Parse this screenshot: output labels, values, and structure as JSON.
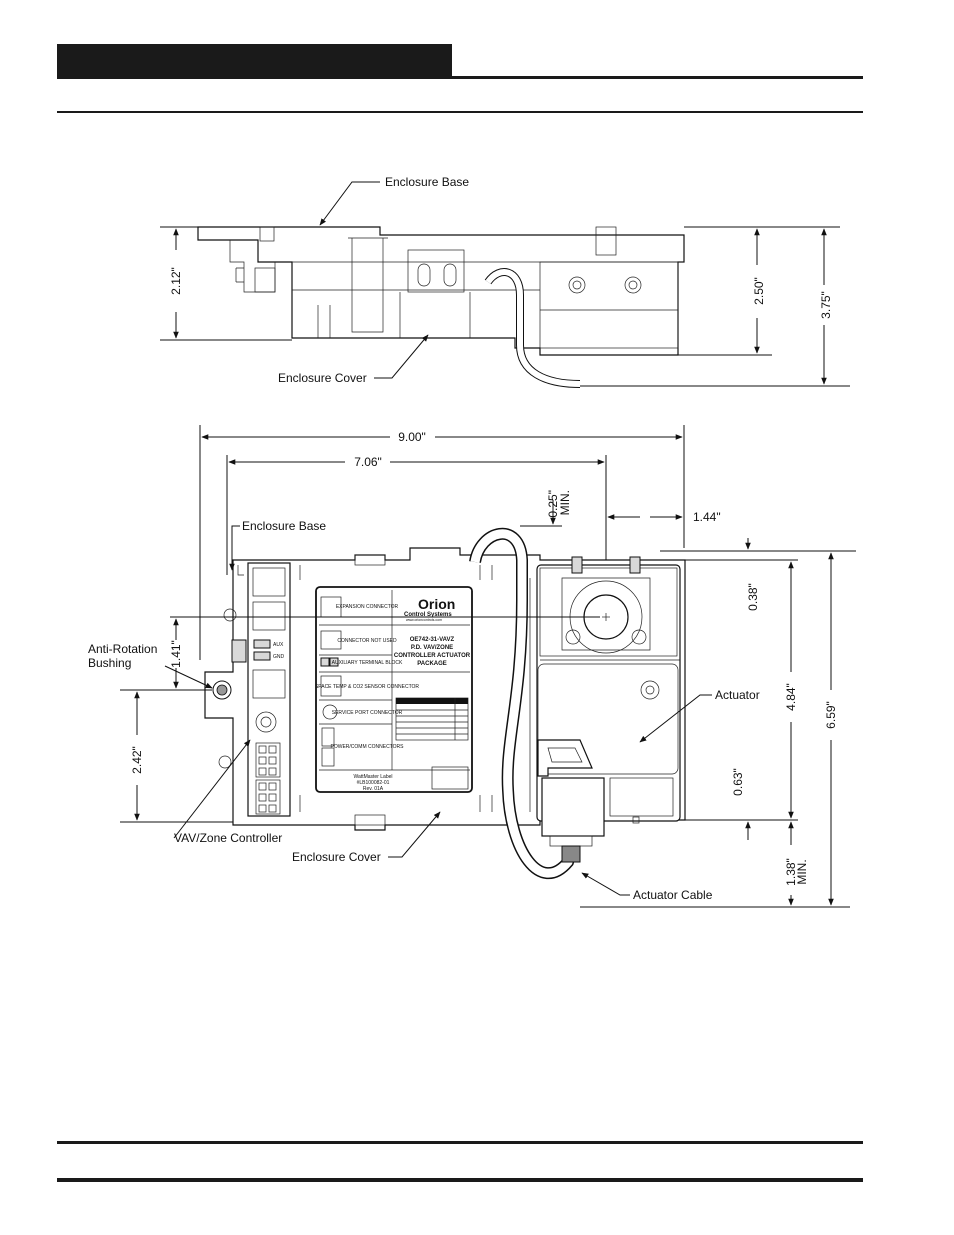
{
  "side_view": {
    "labels": {
      "enclosure_base": "Enclosure Base",
      "enclosure_cover": "Enclosure Cover"
    },
    "dimensions": {
      "height_left": "2.12\"",
      "height_mid": "2.50\"",
      "height_total": "3.75\""
    }
  },
  "top_view": {
    "labels": {
      "enclosure_base": "Enclosure Base",
      "anti_rotation_bushing": "Anti-Rotation Bushing",
      "vav_zone_controller": "VAV/Zone Controller",
      "enclosure_cover": "Enclosure Cover",
      "actuator": "Actuator",
      "actuator_cable": "Actuator Cable"
    },
    "dimensions": {
      "width_total": "9.00\"",
      "width_to_actuator": "7.06\"",
      "clearance_top": "0.25\"",
      "clearance_top_min": "MIN.",
      "actuator_offset": "1.44\"",
      "actuator_top": "0.38\"",
      "actuator_height": "4.84\"",
      "actuator_bottom": "0.63\"",
      "clearance_bottom": "1.38\"",
      "clearance_bottom_min": "MIN.",
      "height_total": "6.59\"",
      "bushing_offset": "1.41\"",
      "bushing_to_bottom": "2.42\""
    },
    "package_label": {
      "brand": "Orion",
      "brand_sub": "Control Systems",
      "website": "www.orioncontrols.com",
      "part_number": "OE742-31-VAVZ",
      "title_line1": "P.D. VAV/ZONE",
      "title_line2": "CONTROLLER ACTUATOR",
      "title_line3": "PACKAGE",
      "connectors": [
        "EXPANSION CONNECTOR",
        "CONNECTOR NOT USED",
        "AUXILIARY TERMINAL BLOCK",
        "SPACE TEMP & CO2 SENSOR CONNECTOR",
        "SERVICE PORT CONNECTOR",
        "POWER/COMM CONNECTORS"
      ],
      "aux_tags": [
        "AUX",
        "GND"
      ],
      "footer_line1": "WattMaster Label",
      "footer_line2": "#LB100082-01",
      "footer_line3": "Rev. 01A"
    }
  }
}
